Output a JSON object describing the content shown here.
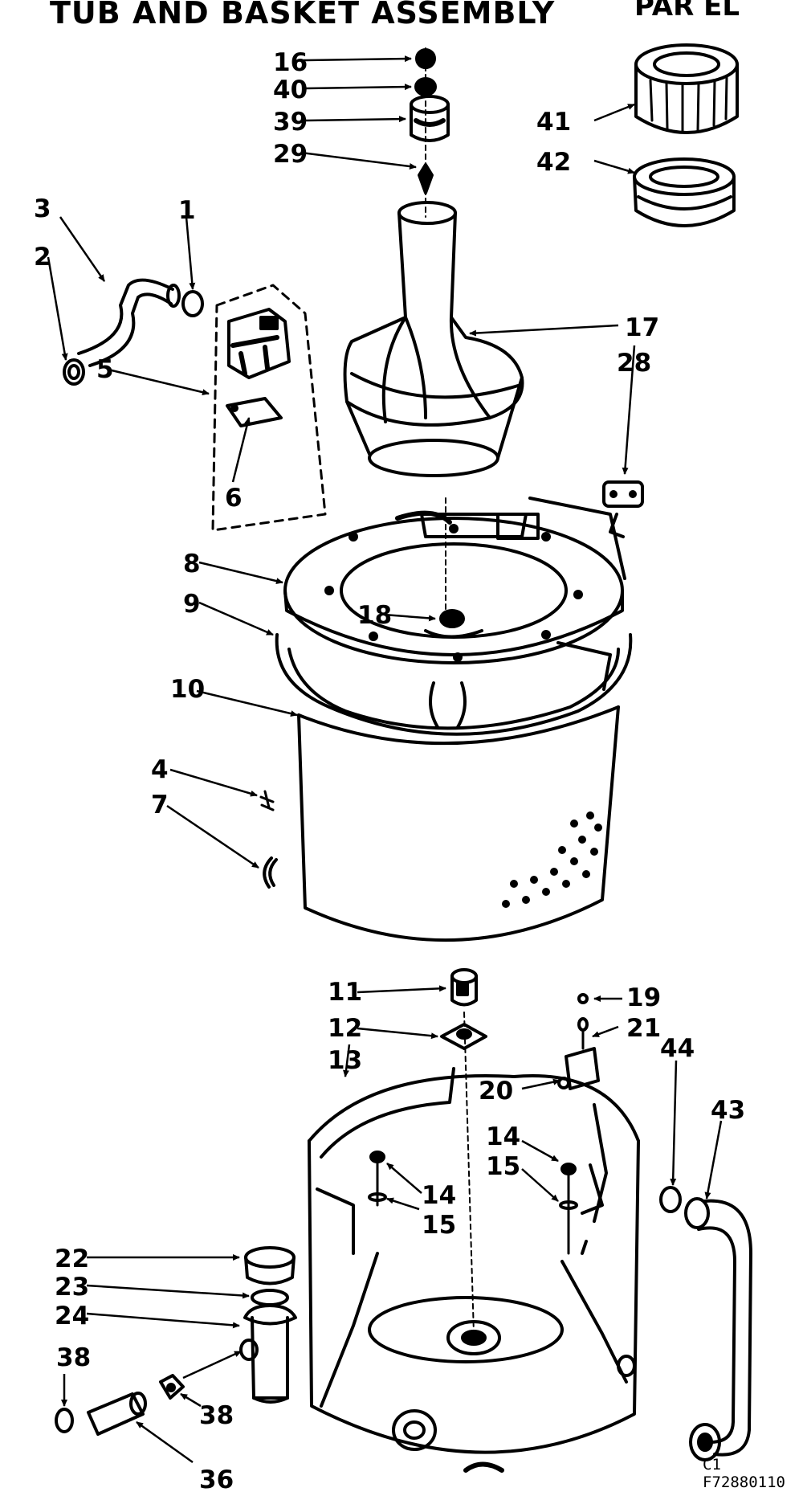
{
  "title": "TUB AND BASKET ASSEMBLY",
  "corner_fragment": "PAR EL",
  "drawing_code": "C1\nF72880110",
  "part_labels": {
    "p1": "1",
    "p2": "2",
    "p3": "3",
    "p4": "4",
    "p5": "5",
    "p6": "6",
    "p7": "7",
    "p8": "8",
    "p9": "9",
    "p10": "10",
    "p11": "11",
    "p12": "12",
    "p13": "13",
    "p14a": "14",
    "p14b": "14",
    "p15a": "15",
    "p15b": "15",
    "p16": "16",
    "p17": "17",
    "p18": "18",
    "p19": "19",
    "p20": "20",
    "p21": "21",
    "p22": "22",
    "p23": "23",
    "p24": "24",
    "p28": "28",
    "p29": "29",
    "p36": "36",
    "p38a": "38",
    "p38b": "38",
    "p39": "39",
    "p40": "40",
    "p41": "41",
    "p42": "42",
    "p43": "43",
    "p44": "44"
  }
}
